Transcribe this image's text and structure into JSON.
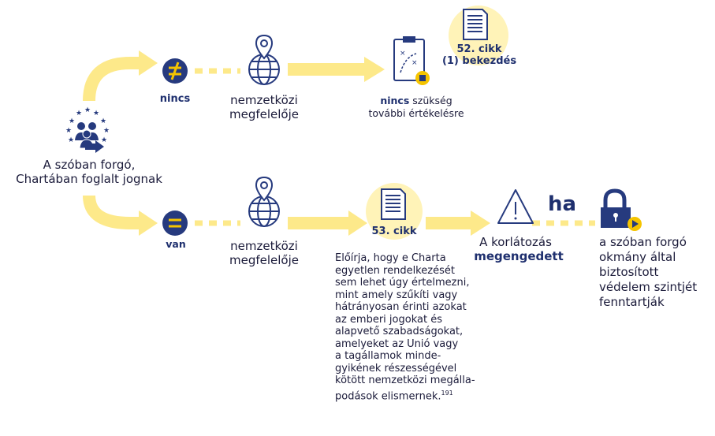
{
  "colors": {
    "navy": "#263a7e",
    "yellow": "#fde98a",
    "pale_yellow": "#fff3b8",
    "gold": "#f5c400",
    "text": "#1b1b3a"
  },
  "left": {
    "subject": "A szóban forgó,\nChartában foglalt jognak"
  },
  "top": {
    "symbol_label": "nincs",
    "equivalent": "nemzetközi\nmegfelelője",
    "no_word": "nincs",
    "assessment_rest": " szükség\ntovábbi értékelésre",
    "article": "52. cikk\n(1) bekezdés"
  },
  "bottom": {
    "symbol_label": "van",
    "equivalent": "nemzetközi\nmegfelelője",
    "article": "53. cikk",
    "article_text": "Előírja, hogy e Charta\negyetlen rendelkezését\nsem lehet úgy értelmezni,\nmint amely szűkíti vagy\nhátrányosan érinti azokat\naz emberi jogokat és\nalapvető szabadságokat,\namelyeket az Unió vagy\na tagállamok minde-\ngyikének részességével\nkötött nemzetközi megálla-\npodások elismernek.",
    "footnote": "191",
    "restriction_line1": "A korlátozás",
    "restriction_line2": "megengedett",
    "if_word": "ha",
    "condition": "a szóban forgó\nokmány által\nbiztosított\nvédelem szintjét\nfenntartják"
  }
}
